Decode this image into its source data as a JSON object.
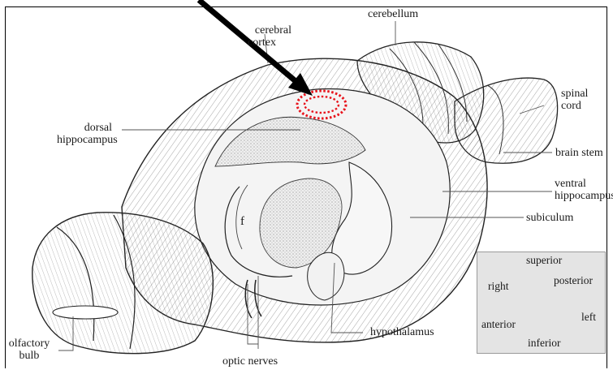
{
  "labels": {
    "cerebellum": "cerebellum",
    "cerebral_cortex": [
      "cerebral",
      "cortex"
    ],
    "dorsal_hippocampus": [
      "dorsal",
      "hippocampus"
    ],
    "spinal_cord": [
      "spinal",
      "cord"
    ],
    "brain_stem": "brain stem",
    "ventral_hippocampus": [
      "ventral",
      "hippocampus"
    ],
    "subiculum": "subiculum",
    "fornix": "f",
    "hypothalamus": "hypothalamus",
    "olfactory_bulb": [
      "olfactory",
      "bulb"
    ],
    "optic_nerves": "optic nerves"
  },
  "orientation_legend": {
    "superior": "superior",
    "right": "right",
    "posterior": "posterior",
    "anterior": "anterior",
    "left": "left",
    "inferior": "inferior"
  },
  "colors": {
    "pointer_arrow": "#000000",
    "highlight_ellipse": "#e8141c",
    "legend_background": "#e4e4e4",
    "stipple": "#d9d9d9"
  }
}
